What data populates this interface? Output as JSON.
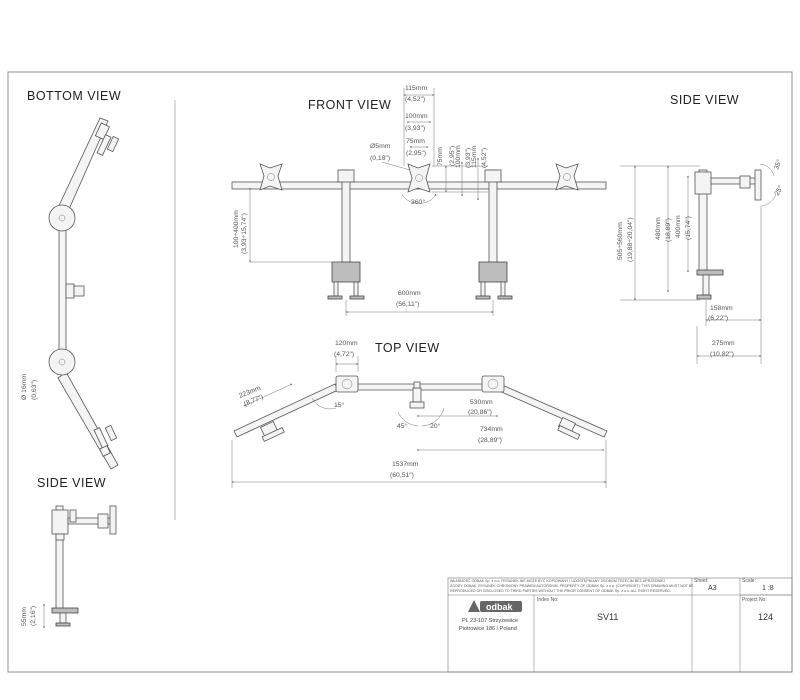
{
  "views": {
    "bottom": "BOTTOM VIEW",
    "front": "FRONT VIEW",
    "side_right": "SIDE VIEW",
    "top": "TOP VIEW",
    "side_left": "SIDE VIEW"
  },
  "dims": {
    "front_115": "115mm",
    "front_115_in": "(4,52\")",
    "front_100": "100mm",
    "front_100_in": "(3,93\")",
    "front_75": "75mm",
    "front_75_in": "(2,95\")",
    "front_hole": "Ø5mm",
    "front_hole_in": "(0,18\")",
    "front_75v": "75mm",
    "front_75v_in": "(2,95\")",
    "front_100v": "100mm",
    "front_100v_in": "(3,93\")",
    "front_115v": "115mm",
    "front_115v_in": "(4,52\")",
    "front_360": "360°",
    "front_height": "100÷400mm",
    "front_height_in": "(3,93÷15,74\")",
    "front_600": "600mm",
    "front_600_in": "(56,11\")",
    "side_total": "505÷560mm",
    "side_total_in": "(19,88÷20,04\")",
    "side_480": "480mm",
    "side_480_in": "(18,89\")",
    "side_400": "400mm",
    "side_400_in": "(15,74\")",
    "side_158": "158mm",
    "side_158_in": "(6,22\")",
    "side_275": "275mm",
    "side_275_in": "(10,82\")",
    "side_35": "35°",
    "side_25": "25°",
    "top_120": "120mm",
    "top_120_in": "(4,72\")",
    "top_223": "223mm",
    "top_223_in": "(8,77\")",
    "top_15": "15°",
    "top_45": "45°",
    "top_20": "20°",
    "top_530": "530mm",
    "top_530_in": "(20,86\")",
    "top_734": "734mm",
    "top_734_in": "(28,89\")",
    "top_1537": "1537mm",
    "top_1537_in": "(60,51\")",
    "bottom_hole": "Ø 16mm",
    "bottom_hole_in": "(0,63\")",
    "side_left_55": "55mm",
    "side_left_55_in": "(2,16\")"
  },
  "title_block": {
    "notice_1": "WŁASNOŚĆ ODBAK Sp. z o.o. RYSUNEK NIE MOŻE BYĆ KOPIOWANY I UDOSTĘPNIANY OSOBOM TRZECIM BEZ UPRZEDNIEJ",
    "notice_2": "ZGODY ODBAK. RYSUNEK CHRONIONY PRAWEM AUTORSKIM. PROPERTY OF ODBAK Sp. z o.o. (COPYRIGHT). THIS DRAWING MUST NOT BE",
    "notice_3": "REPRODUCED OR DISCLOSED TO THIRD PARTIES WITHOUT THE PRIOR CONSENT OF ODBAK Sp. z o.o. ALL RIGHT RESERVED.",
    "company": "odbak",
    "address_1": "PL 23-107 Strzyżewice",
    "address_2": "Piotrowice 186 / Poland",
    "index_label": "Index No:",
    "index_value": "SV11",
    "sheet_label": "Sheet:",
    "sheet_value": "A3",
    "scale_label": "Scale:",
    "scale_value": "1 :8",
    "project_label": "Project No:",
    "project_value": "124"
  }
}
